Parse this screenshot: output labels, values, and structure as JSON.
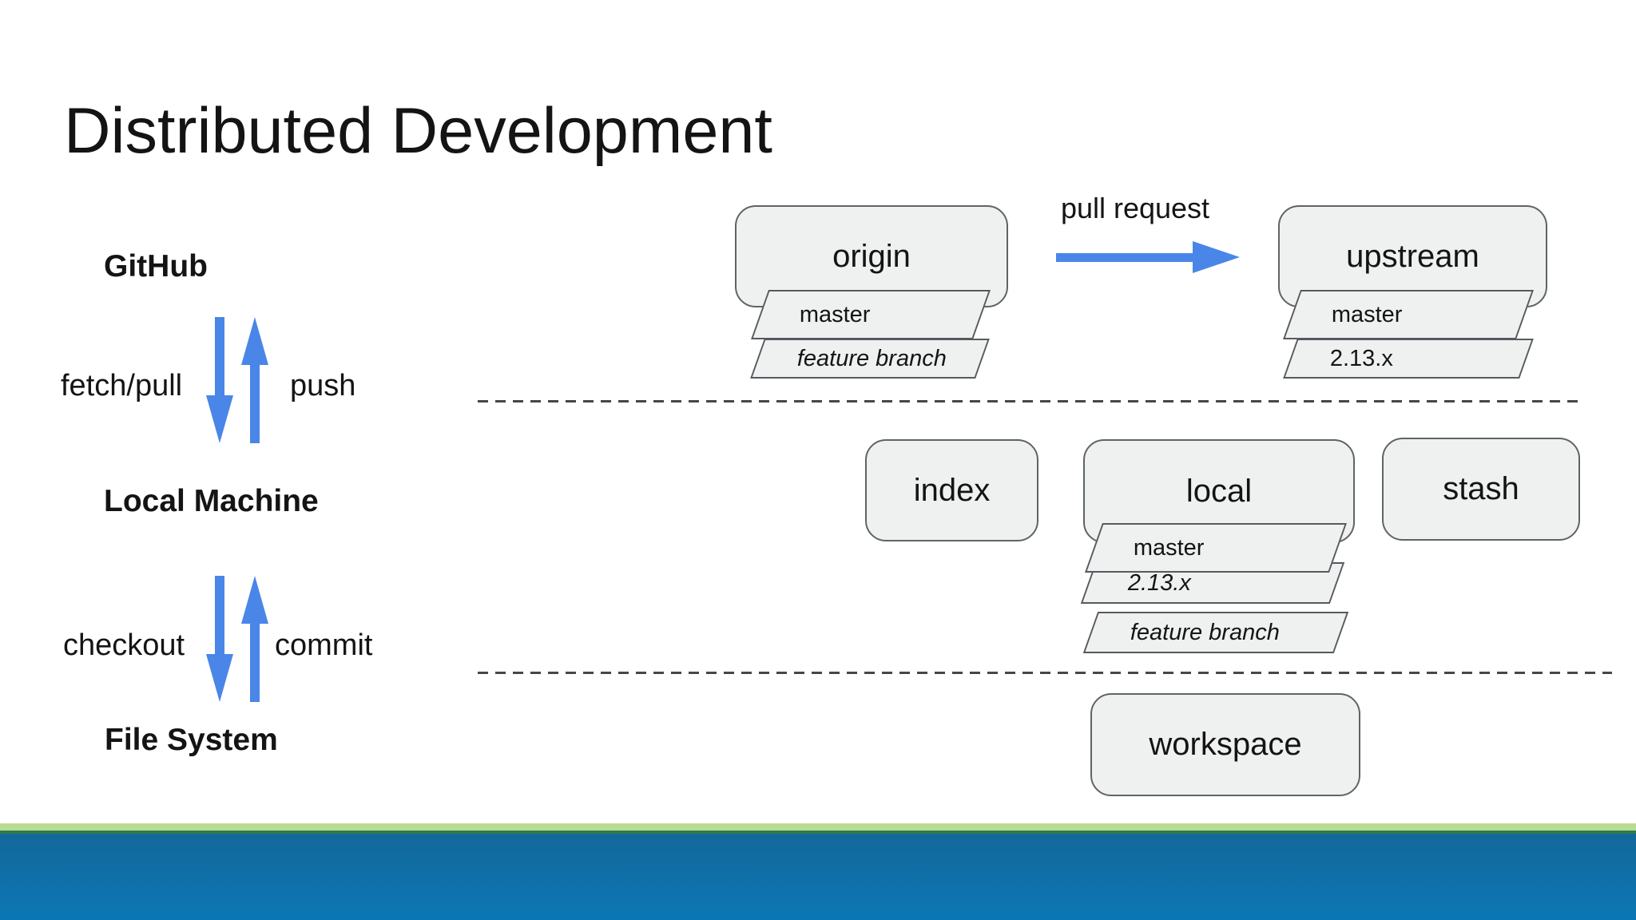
{
  "slide": {
    "title": "Distributed Development"
  },
  "left_flow": {
    "github": "GitHub",
    "fetch_pull": "fetch/pull",
    "push": "push",
    "local_machine": "Local Machine",
    "checkout": "checkout",
    "commit": "commit",
    "file_system": "File System"
  },
  "diagram": {
    "pull_request": "pull request",
    "origin": {
      "title": "origin",
      "branch1": "master",
      "branch2": "feature branch"
    },
    "upstream": {
      "title": "upstream",
      "branch1": "master",
      "branch2": "2.13.x"
    },
    "index": {
      "title": "index"
    },
    "local": {
      "title": "local",
      "branch1": "master",
      "branch2": "2.13.x",
      "branch3": "feature branch"
    },
    "stash": {
      "title": "stash"
    },
    "workspace": {
      "title": "workspace"
    }
  },
  "colors": {
    "arrow_blue": "#4a86e8",
    "box_fill": "#eff0f0",
    "box_border": "#5f6368",
    "para_border": "#565a5e",
    "dash_gray": "#474747",
    "footer_green": "#b9dc92",
    "footer_edge": "#2e7a52",
    "footer_blue_top": "#13689b",
    "footer_blue_bottom": "#0c77b5"
  }
}
